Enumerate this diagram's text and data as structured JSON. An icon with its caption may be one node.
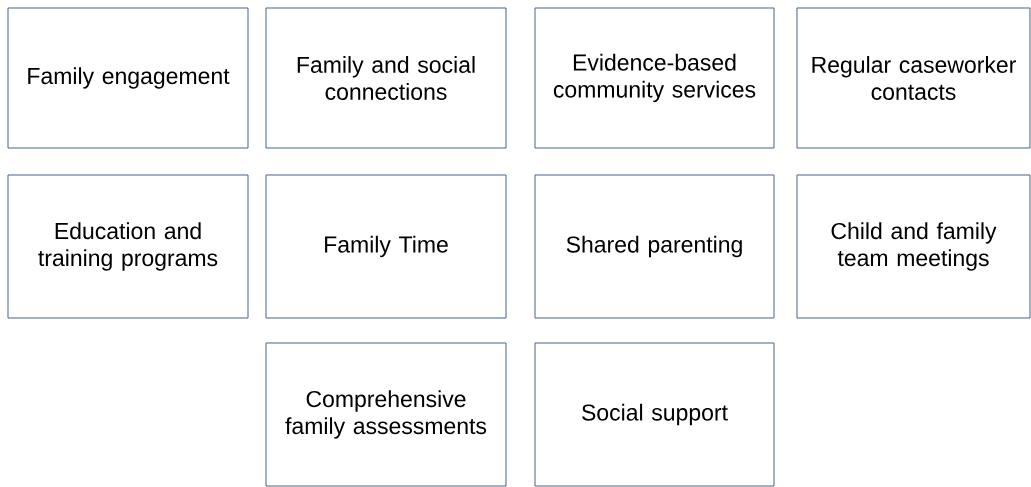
{
  "diagram": {
    "nodes": [
      {
        "text": [
          "Family engagement"
        ]
      },
      {
        "text": [
          "Family and social connections"
        ]
      },
      {
        "text": [
          "Evidence-based community services"
        ]
      },
      {
        "text": [
          "Regular caseworker contacts"
        ]
      },
      {
        "text": [
          "Education and training programs"
        ]
      },
      {
        "text": [
          "Family Time"
        ]
      },
      {
        "text": [
          "Shared parenting"
        ]
      },
      {
        "text": [
          "Child and family team meetings"
        ]
      },
      {
        "text": [
          "Comprehensive family assessments"
        ]
      },
      {
        "text": [
          "Social support"
        ]
      }
    ]
  }
}
